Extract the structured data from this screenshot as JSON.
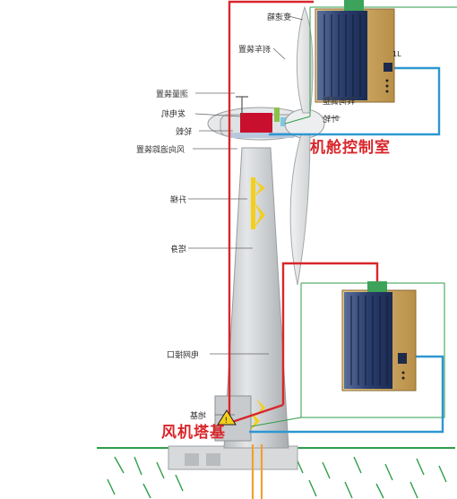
{
  "labels": {
    "gearbox_speed": "变速箱",
    "brake": "刹车装置",
    "anemometer": "测量装置",
    "generator": "发电机",
    "hub": "轮毂",
    "yaw": "风向追踪装置",
    "ladder": "升梯",
    "tower": "塔身",
    "grid": "电网接口",
    "foundation": "地基",
    "pitch": "转向调整",
    "blade": "叶轮"
  },
  "titles": {
    "nacelle": "机舱控制室",
    "base": "风机塔基"
  },
  "device": {
    "model": "1L"
  },
  "colors": {
    "red_line": "#d9262b",
    "blue_line": "#2e97d1",
    "green_line": "#2f9e4a",
    "orange_cable": "#f0a030",
    "device_gold": "#c9a45c",
    "device_blue": "#2a3e6e"
  }
}
